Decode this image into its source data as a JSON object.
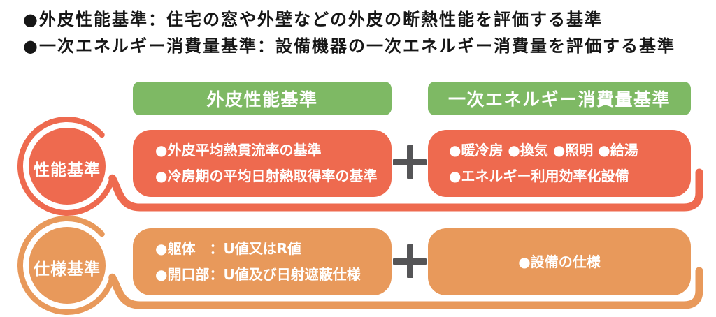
{
  "colors": {
    "green": "#7eb964",
    "red": "#ee6a4f",
    "orange": "#e8995b",
    "plus_gray": "#555557",
    "title_text": "#161616",
    "box_text": "#ffffff"
  },
  "intro": {
    "bullets": [
      "●外皮性能基準：住宅の窓や外壁などの外皮の断熱性能を評価する基準",
      "●一次エネルギー消費量基準：設備機器の一次エネルギー消費量を評価する基準"
    ]
  },
  "headers": {
    "envelope": "外皮性能基準",
    "primary_energy": "一次エネルギー消費量基準"
  },
  "rows": [
    {
      "label": "性能基準",
      "left_lines": [
        "●外皮平均熱貫流率の基準",
        "●冷房期の平均日射熱取得率の基準"
      ],
      "right_lines": [
        "●暖冷房 ●換気 ●照明 ●給湯",
        "●エネルギー利用効率化設備"
      ]
    },
    {
      "label": "仕様基準",
      "left_lines": [
        "●躯体　：U値又はR値",
        "●開口部：U値及び日射遮蔽仕様"
      ],
      "right_lines": [
        "●設備の仕様"
      ]
    }
  ]
}
